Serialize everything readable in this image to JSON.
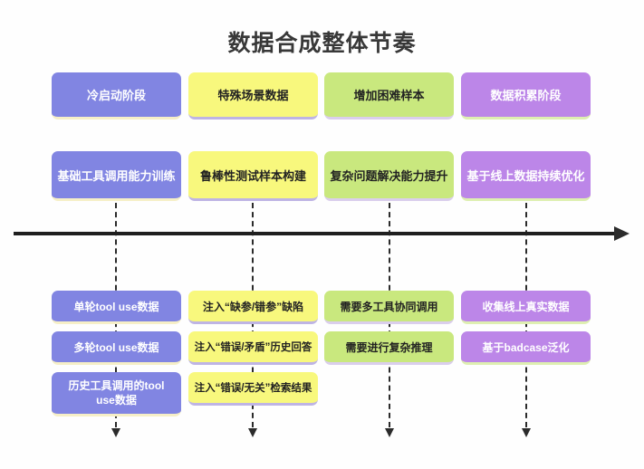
{
  "title": "数据合成整体节奏",
  "theme_colors": {
    "purple": {
      "bg": "#8185E2",
      "edge": "#F6EFC7",
      "text": "#FFFFFF"
    },
    "yellow": {
      "bg": "#F8F87D",
      "edge": "#BEB4E4",
      "text": "#222222"
    },
    "green": {
      "bg": "#C9E87E",
      "edge": "#DACEEC",
      "text": "#222222"
    },
    "magenta": {
      "bg": "#BC86E8",
      "edge": "#DEEFB1",
      "text": "#FFFFFF"
    }
  },
  "timeline": {
    "axis_color": "#1F1F1F",
    "dash_color": "#2B2B2B",
    "direction": "left-to-right"
  },
  "columns": [
    {
      "id": "cold-start",
      "theme": "purple",
      "phase": "冷启动阶段",
      "capability": "基础工具调用能力训练",
      "items": [
        "单轮tool use数据",
        "多轮tool use数据",
        "历史工具调用的tool use数据"
      ]
    },
    {
      "id": "special-scenario",
      "theme": "yellow",
      "phase": "特殊场景数据",
      "capability": "鲁棒性测试样本构建",
      "items": [
        "注入“缺参/错参”缺陷",
        "注入“错误/矛盾”历史回答",
        "注入“错误/无关”检索结果"
      ]
    },
    {
      "id": "hard-samples",
      "theme": "green",
      "phase": "增加困难样本",
      "capability": "复杂问题解决能力提升",
      "items": [
        "需要多工具协同调用",
        "需要进行复杂推理"
      ]
    },
    {
      "id": "data-accumulation",
      "theme": "magenta",
      "phase": "数据积累阶段",
      "capability": "基于线上数据持续优化",
      "items": [
        "收集线上真实数据",
        "基于badcase泛化"
      ]
    }
  ]
}
